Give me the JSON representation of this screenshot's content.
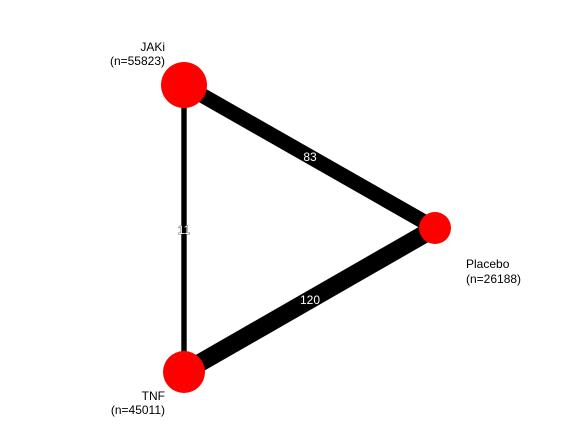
{
  "network": {
    "nodes": [
      {
        "id": "jaki",
        "name": "JAKi",
        "count": "(n=55823)"
      },
      {
        "id": "placebo",
        "name": "Placebo",
        "count": "(n=26188)"
      },
      {
        "id": "tnf",
        "name": "TNF",
        "count": "(n=45011)"
      }
    ],
    "edges": [
      {
        "from": "jaki",
        "to": "placebo",
        "label": "83",
        "studies": 83
      },
      {
        "from": "tnf",
        "to": "placebo",
        "label": "120",
        "studies": 120
      },
      {
        "from": "jaki",
        "to": "tnf",
        "label": "11",
        "studies": 11
      }
    ],
    "colors": {
      "node": "#ff0000",
      "edge": "#000000"
    }
  }
}
